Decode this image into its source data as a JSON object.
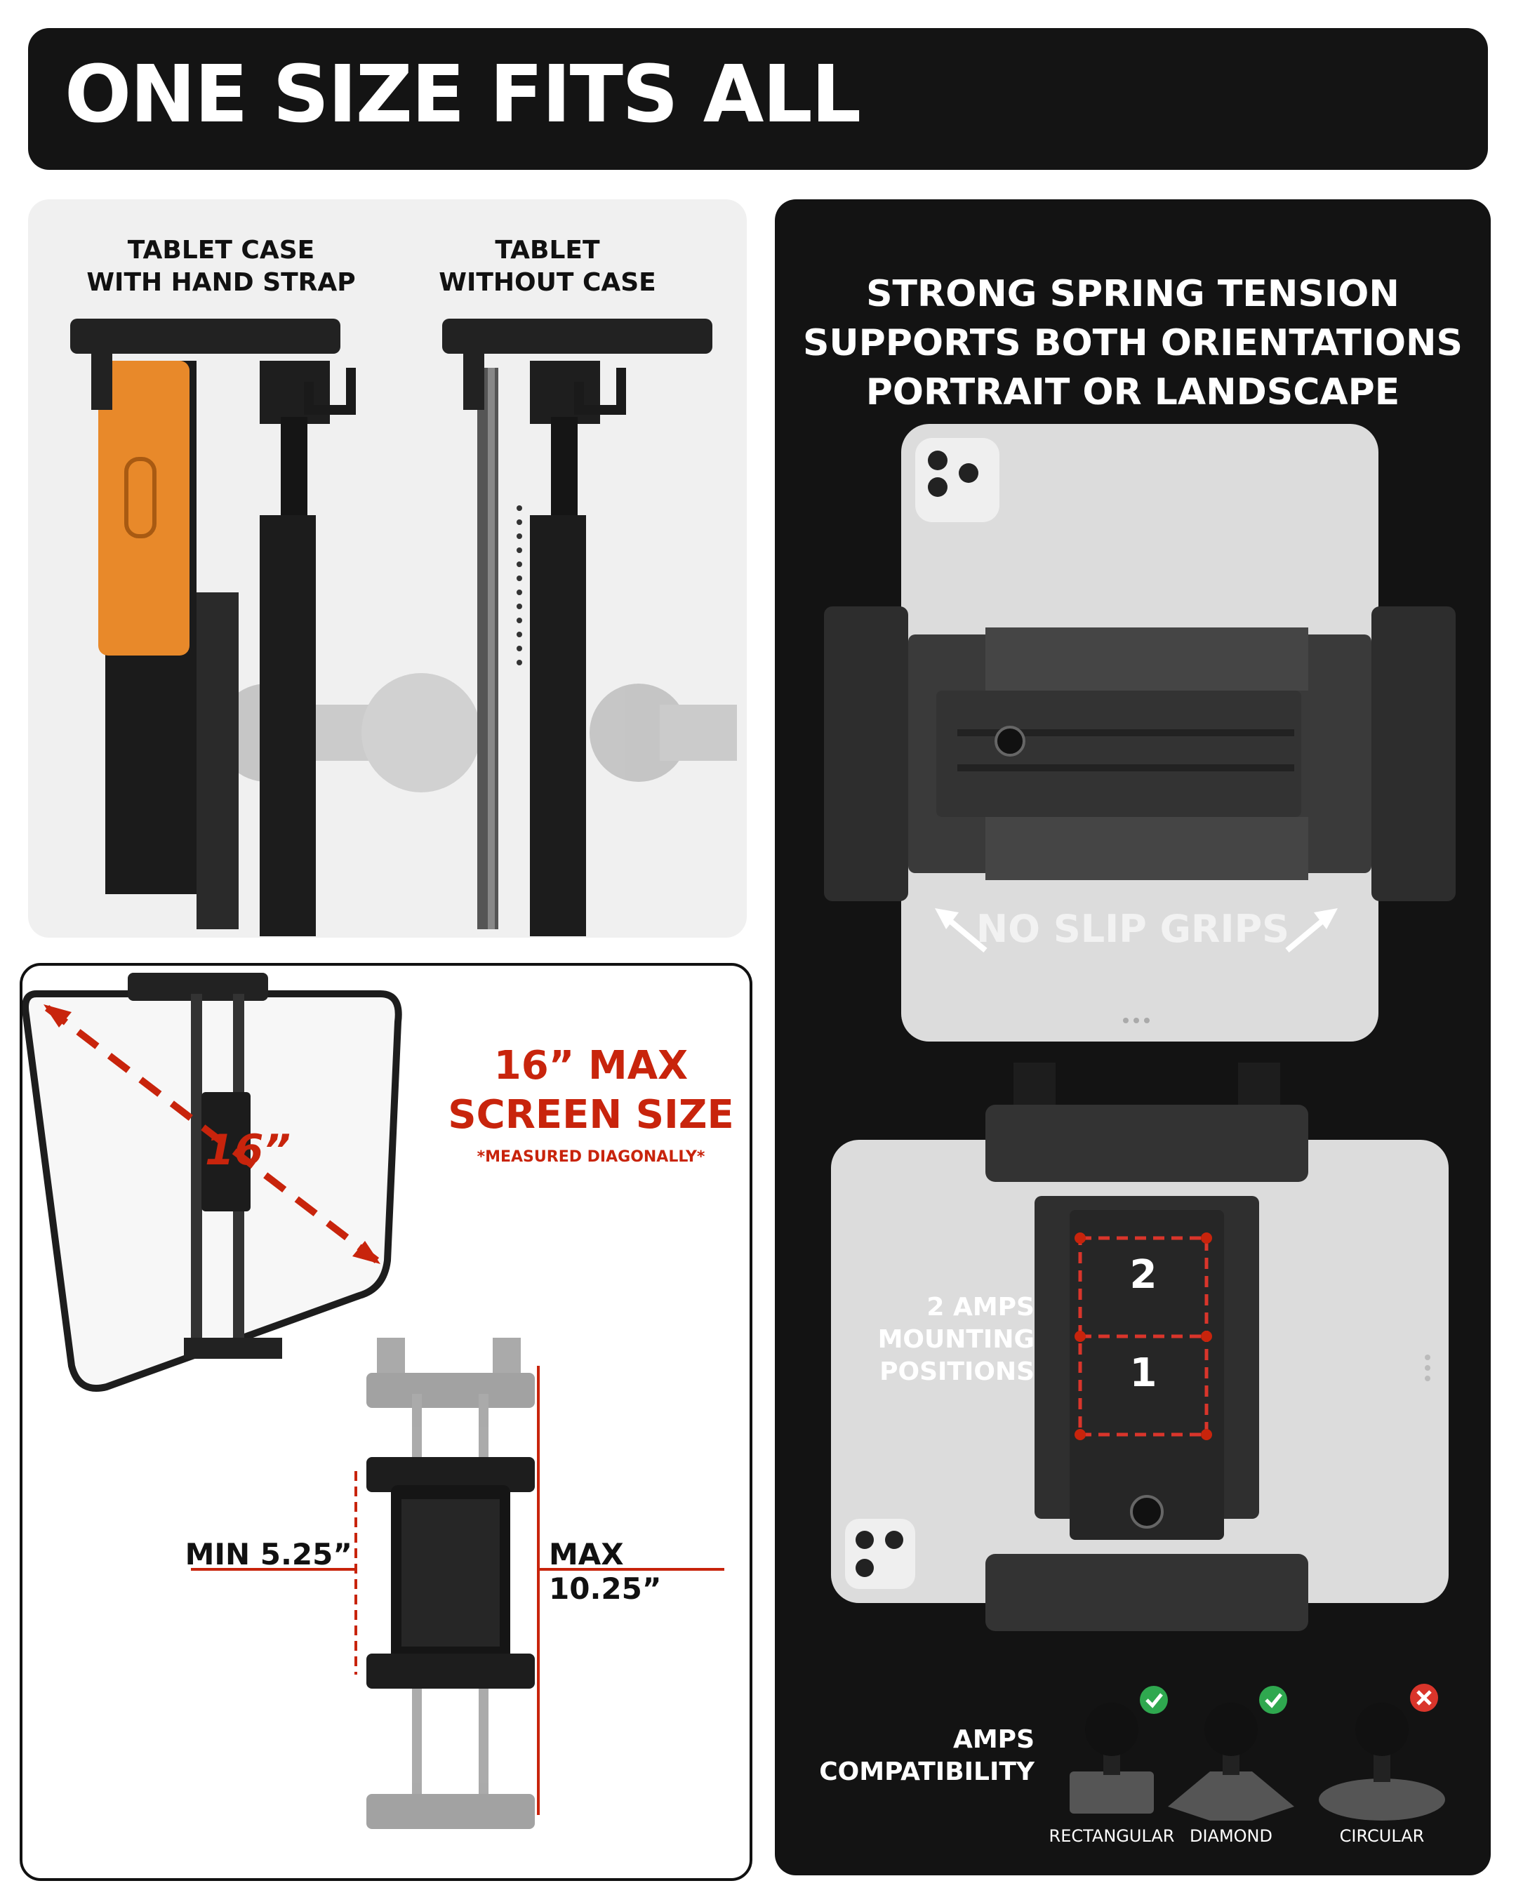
{
  "banner": {
    "title": "ONE SIZE FITS ALL"
  },
  "case_compare": {
    "left_label_line1": "TABLET CASE",
    "left_label_line2": "WITH HAND STRAP",
    "right_label_line1": "TABLET",
    "right_label_line2": "WITHOUT CASE"
  },
  "screen_size": {
    "title_line1": "16” MAX",
    "title_line2": "SCREEN SIZE",
    "note": "*MEASURED DIAGONALLY*",
    "diagonal_label": "16”",
    "min_label": "MIN 5.25”",
    "max_label": "MAX 10.25”"
  },
  "tension": {
    "line1": "STRONG SPRING TENSION",
    "line2": "SUPPORTS BOTH ORIENTATIONS",
    "line3": "PORTRAIT OR LANDSCAPE",
    "grips_label": "NO SLIP GRIPS"
  },
  "amps": {
    "positions_line1": "2 AMPS",
    "positions_line2": "MOUNTING",
    "positions_line3": "POSITIONS",
    "pos1": "1",
    "pos2": "2",
    "compat_line1": "AMPS",
    "compat_line2": "COMPATIBILITY",
    "mounts": [
      {
        "label": "RECTANGULAR",
        "status": "compatible"
      },
      {
        "label": "DIAMOND",
        "status": "compatible"
      },
      {
        "label": "CIRCULAR",
        "status": "not-compatible"
      }
    ]
  },
  "colors": {
    "accent_red": "#c8240c",
    "case_orange": "#e8892a",
    "check_green": "#2fa84f",
    "cross_red": "#d9352b"
  }
}
